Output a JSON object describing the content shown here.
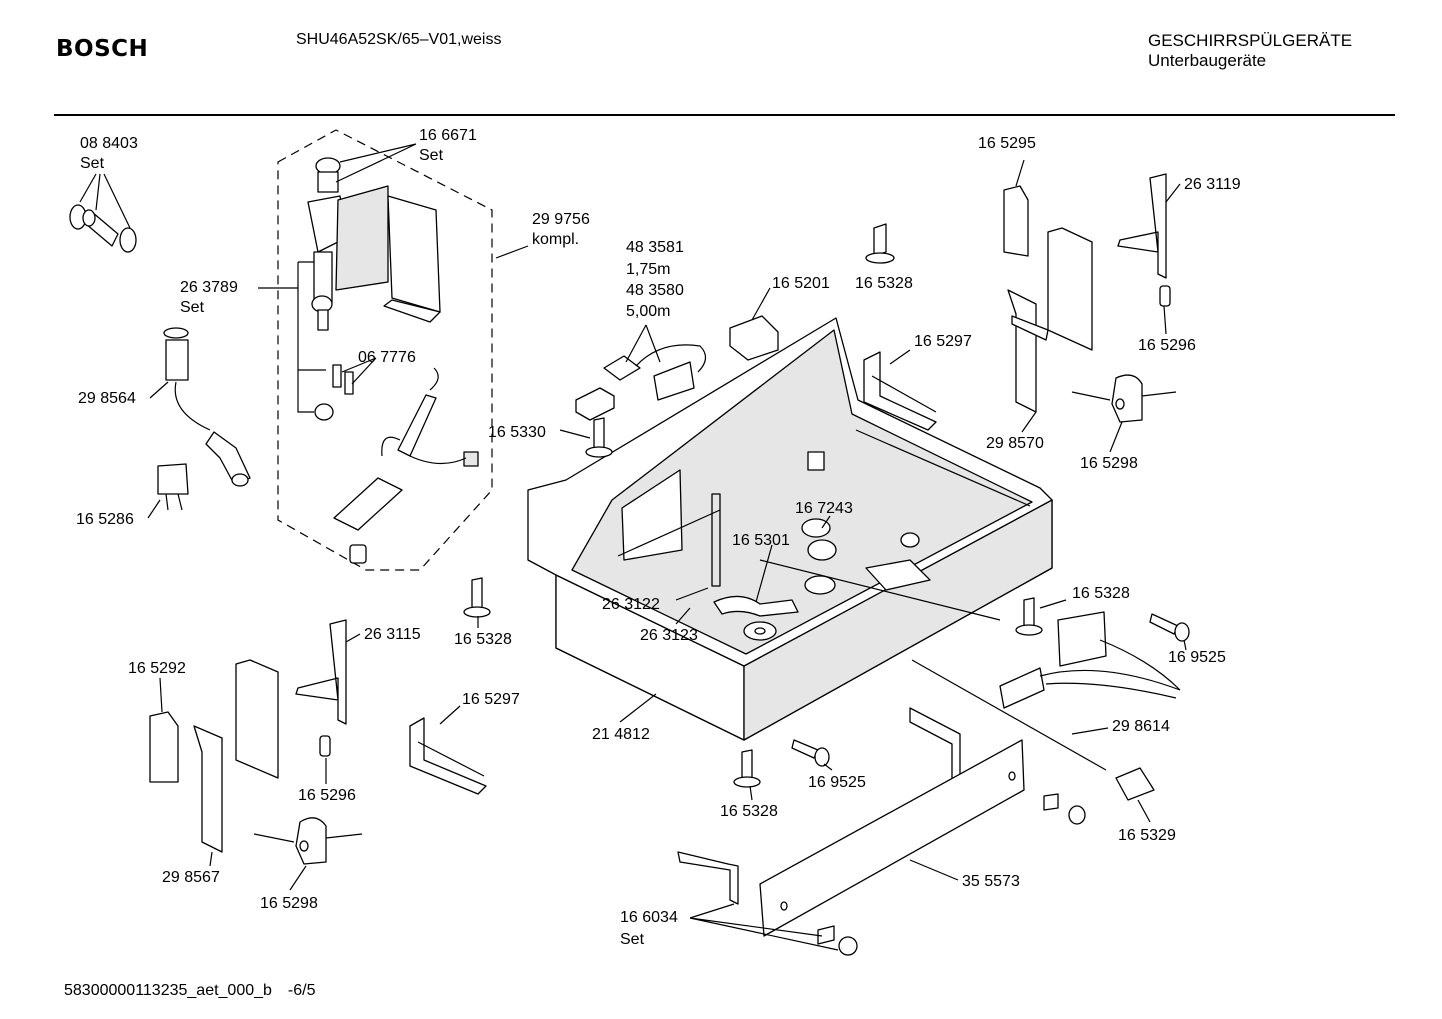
{
  "header": {
    "brand": "BOSCH",
    "model": "SHU46A52SK/65–V01,weiss",
    "category": "GESCHIRRSPÜLGERÄTE",
    "subcategory": "Unterbaugeräte"
  },
  "footer": {
    "document_id": "58300000113235_aet_000_b",
    "page": "-6/5"
  },
  "callouts": {
    "c088403": "08 8403",
    "c088403_set": "Set",
    "c166671": "16 6671",
    "c166671_set": "Set",
    "c299756": "29 9756",
    "c299756_kompl": "kompl.",
    "c263789": "26 3789",
    "c263789_set": "Set",
    "c067776": "06 7776",
    "c298564": "29 8564",
    "c165286": "16 5286",
    "c483581": "48 3581",
    "c483581_len": "1,75m",
    "c483580": "48 3580",
    "c483580_len": "5,00m",
    "c165201": "16 5201",
    "c165328_top": "16 5328",
    "c165330": "16 5330",
    "c165297_top": "16 5297",
    "c165295": "16 5295",
    "c263119": "26 3119",
    "c165296_right": "16 5296",
    "c298570": "29 8570",
    "c165298_right": "16 5298",
    "c167243": "16 7243",
    "c165301": "16 5301",
    "c263122": "26 3122",
    "c263123": "26 3123",
    "c165328_mid": "16 5328",
    "c263115": "26 3115",
    "c165292": "16 5292",
    "c165297_bot": "16 5297",
    "c165296_left": "16 5296",
    "c298567": "29 8567",
    "c165298_left": "16 5298",
    "c214812": "21 4812",
    "c165328_bot": "16 5328",
    "c169525_bot": "16 9525",
    "c165328_right": "16 5328",
    "c169525_right": "16 9525",
    "c298614": "29 8614",
    "c165329": "16 5329",
    "c355573": "35 5573",
    "c166034": "16 6034",
    "c166034_set": "Set"
  }
}
